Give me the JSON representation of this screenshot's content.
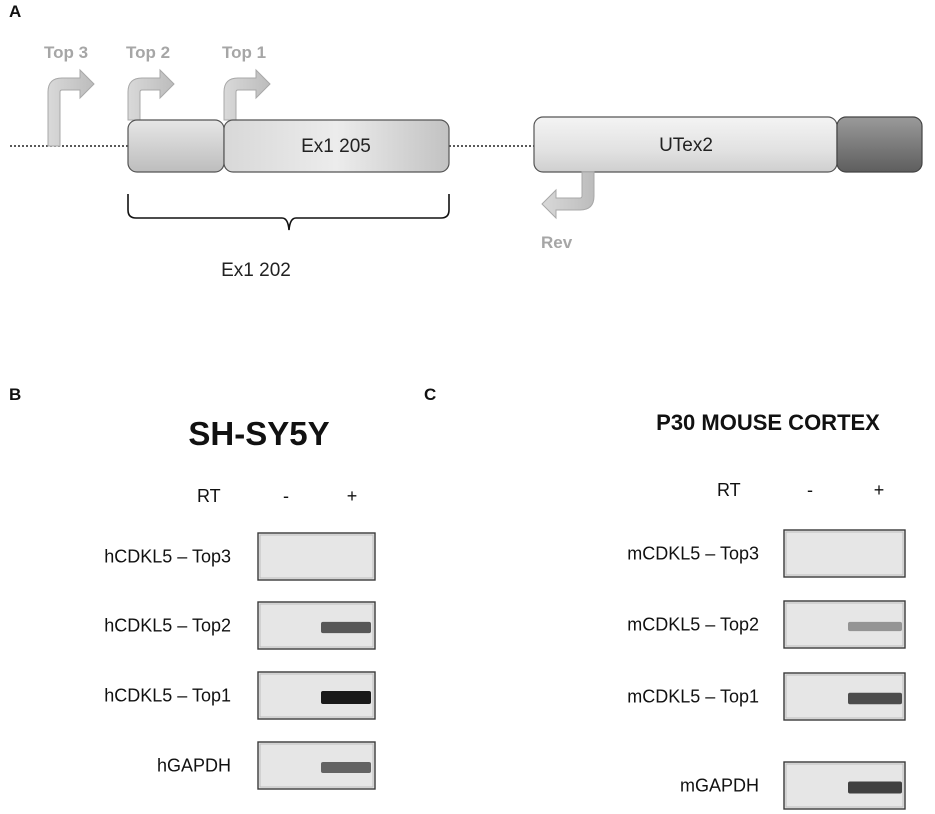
{
  "panel_a": {
    "letter": "A",
    "primers": {
      "top3": "Top 3",
      "top2": "Top 2",
      "top1": "Top 1",
      "rev": "Rev"
    },
    "exons": {
      "ex1_205": "Ex1 205",
      "utex2": "UTex2"
    },
    "bracket_label": "Ex1 202",
    "colors": {
      "primer_arrow": "#c8c8c8",
      "primer_text": "#a6a6a6",
      "exon_light": "#ececec",
      "exon_dark": "#6e6e6e"
    }
  },
  "panel_b": {
    "letter": "B",
    "title": "SH-SY5Y",
    "rt_label": "RT",
    "minus": "-",
    "plus": "+",
    "rows": [
      {
        "label": "hCDKL5 – Top3",
        "band": 0.0
      },
      {
        "label": "hCDKL5 – Top2",
        "band": 0.75
      },
      {
        "label": "hCDKL5 – Top1",
        "band": 1.0
      },
      {
        "label": "hGAPDH",
        "band": 0.7
      }
    ]
  },
  "panel_c": {
    "letter": "C",
    "title": "P30 MOUSE CORTEX",
    "rt_label": "RT",
    "minus": "-",
    "plus": "+",
    "rows": [
      {
        "label": "mCDKL5 – Top3",
        "band": 0.0
      },
      {
        "label": "mCDKL5 – Top2",
        "band": 0.45
      },
      {
        "label": "mCDKL5 – Top1",
        "band": 0.8
      },
      {
        "label": "mGAPDH",
        "band": 0.85
      }
    ]
  }
}
